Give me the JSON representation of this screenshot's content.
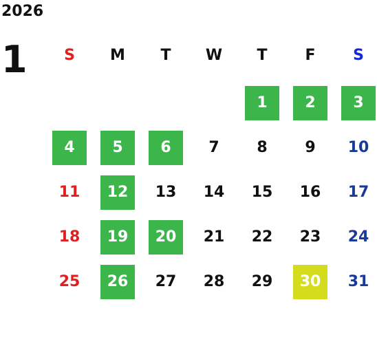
{
  "year": "2026",
  "month": "1",
  "weekdays": [
    "S",
    "M",
    "T",
    "W",
    "T",
    "F",
    "S"
  ],
  "colors": {
    "sunday": "#e02020",
    "saturday": "#1a3a9a",
    "weekday": "#111111",
    "highlight_green": "#3cb54a",
    "highlight_yellow": "#d4dc1c"
  },
  "weeks": [
    [
      {
        "day": ""
      },
      {
        "day": ""
      },
      {
        "day": ""
      },
      {
        "day": ""
      },
      {
        "day": "1",
        "highlight": "green"
      },
      {
        "day": "2",
        "highlight": "green"
      },
      {
        "day": "3",
        "highlight": "green"
      }
    ],
    [
      {
        "day": "4",
        "highlight": "green"
      },
      {
        "day": "5",
        "highlight": "green"
      },
      {
        "day": "6",
        "highlight": "green"
      },
      {
        "day": "7"
      },
      {
        "day": "8"
      },
      {
        "day": "9"
      },
      {
        "day": "10"
      }
    ],
    [
      {
        "day": "11"
      },
      {
        "day": "12",
        "highlight": "green"
      },
      {
        "day": "13"
      },
      {
        "day": "14"
      },
      {
        "day": "15"
      },
      {
        "day": "16"
      },
      {
        "day": "17"
      }
    ],
    [
      {
        "day": "18"
      },
      {
        "day": "19",
        "highlight": "green"
      },
      {
        "day": "20",
        "highlight": "green"
      },
      {
        "day": "21"
      },
      {
        "day": "22"
      },
      {
        "day": "23"
      },
      {
        "day": "24"
      }
    ],
    [
      {
        "day": "25"
      },
      {
        "day": "26",
        "highlight": "green"
      },
      {
        "day": "27"
      },
      {
        "day": "28"
      },
      {
        "day": "29"
      },
      {
        "day": "30",
        "highlight": "yellow"
      },
      {
        "day": "31"
      }
    ]
  ]
}
